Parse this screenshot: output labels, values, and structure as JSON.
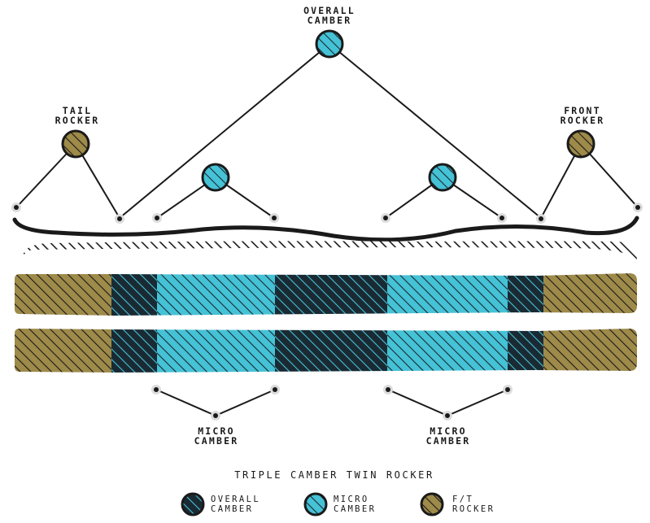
{
  "labels": {
    "overall_camber": [
      "OVERALL",
      "CAMBER"
    ],
    "tail_rocker": [
      "TAIL",
      "ROCKER"
    ],
    "front_rocker": [
      "FRONT",
      "ROCKER"
    ],
    "micro_camber_left": [
      "MICRO",
      "CAMBER"
    ],
    "micro_camber_right": [
      "MICRO",
      "CAMBER"
    ]
  },
  "title": "TRIPLE CAMBER TWIN ROCKER",
  "legend": [
    {
      "key": "overall",
      "line1": "OVERALL",
      "line2": "CAMBER",
      "color": "#1a2a33"
    },
    {
      "key": "micro",
      "line1": "MICRO",
      "line2": "CAMBER",
      "color": "#45c2d6"
    },
    {
      "key": "ft",
      "line1": "F/T",
      "line2": "ROCKER",
      "color": "#9e8a49"
    }
  ],
  "colors": {
    "overall": "#1a2a33",
    "micro": "#45c2d6",
    "rocker": "#9e8a49",
    "ink": "#1a1a1a"
  }
}
